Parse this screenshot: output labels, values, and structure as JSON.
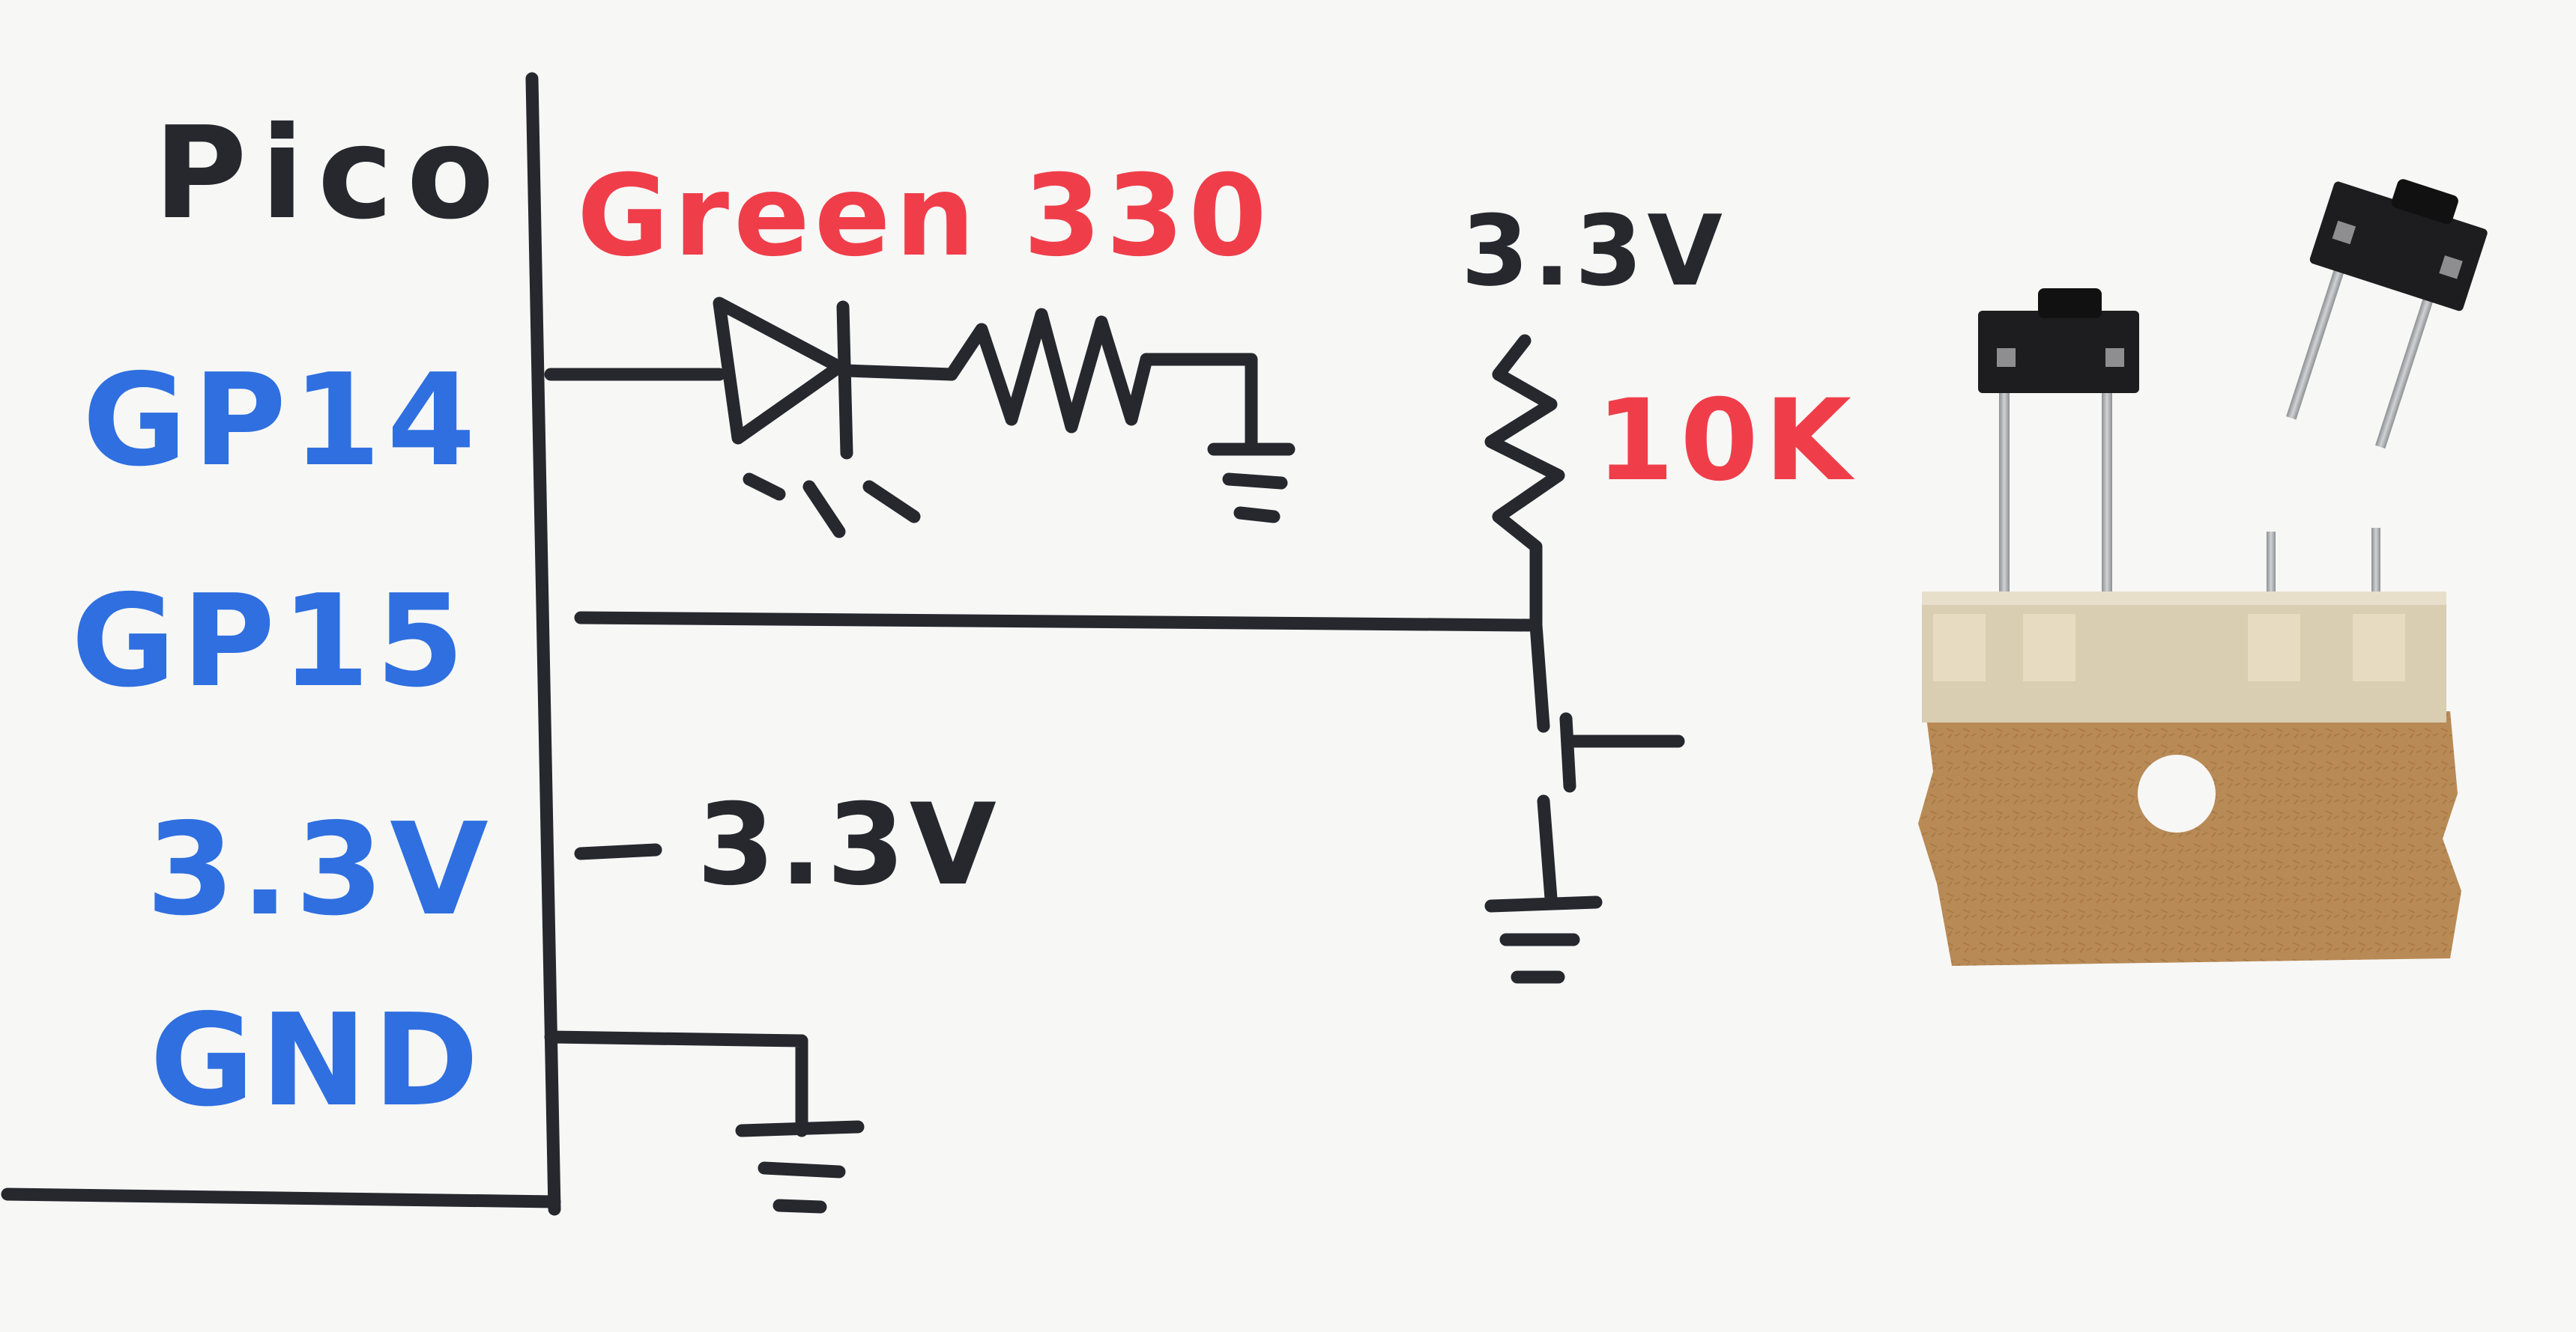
{
  "colors": {
    "ink_black": "#26282e",
    "ink_blue": "#2f6fe0",
    "ink_red": "#ef3e4a",
    "paper": "#f7f7f6",
    "tape": "#d9cdb2",
    "cardboard": "#b88a55",
    "button_body": "#1d1d1f",
    "pin_metal": "#a9acaf"
  },
  "board": {
    "label": "Pico",
    "pins": [
      {
        "id": "gp14",
        "label": "GP14"
      },
      {
        "id": "gp15",
        "label": "GP15"
      },
      {
        "id": "v33",
        "label": "3.3V"
      },
      {
        "id": "gnd",
        "label": "GND"
      }
    ]
  },
  "annotations": {
    "led_note": "Green 330",
    "pullup_supply": "3.3V",
    "pullup_resistor": "10K",
    "supply_label": "3.3V"
  },
  "icons": [
    "led-icon",
    "resistor-icon",
    "ground-icon",
    "pushbutton-icon",
    "tactile-button-photo"
  ]
}
